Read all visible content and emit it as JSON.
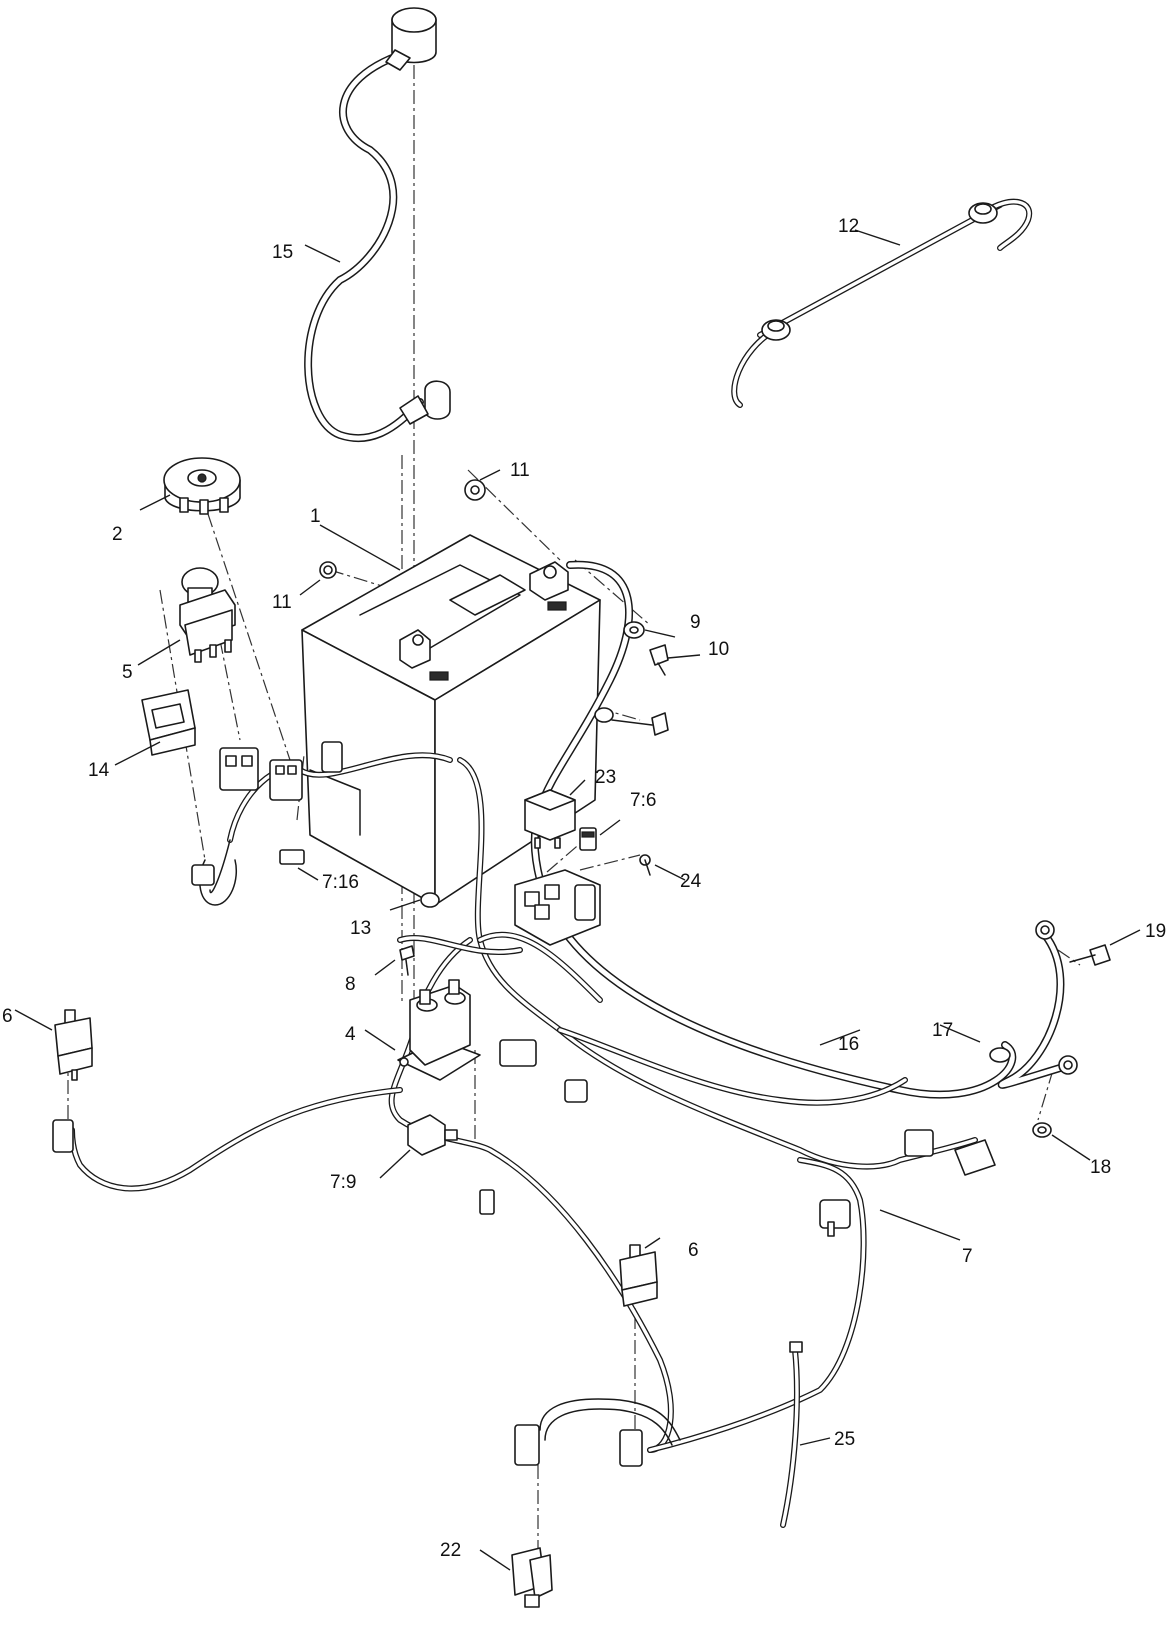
{
  "callouts": {
    "c1": "1",
    "c2": "2",
    "c4": "4",
    "c5": "5",
    "c6a": "6",
    "c6b": "6",
    "c7": "7",
    "c7_6": "7:6",
    "c7_9": "7:9",
    "c7_16": "7:16",
    "c8": "8",
    "c9": "9",
    "c10": "10",
    "c11a": "11",
    "c11b": "11",
    "c12": "12",
    "c13": "13",
    "c14": "14",
    "c15": "15",
    "c16": "16",
    "c17": "17",
    "c18": "18",
    "c19": "19",
    "c22": "22",
    "c23": "23",
    "c24": "24",
    "c25": "25"
  }
}
